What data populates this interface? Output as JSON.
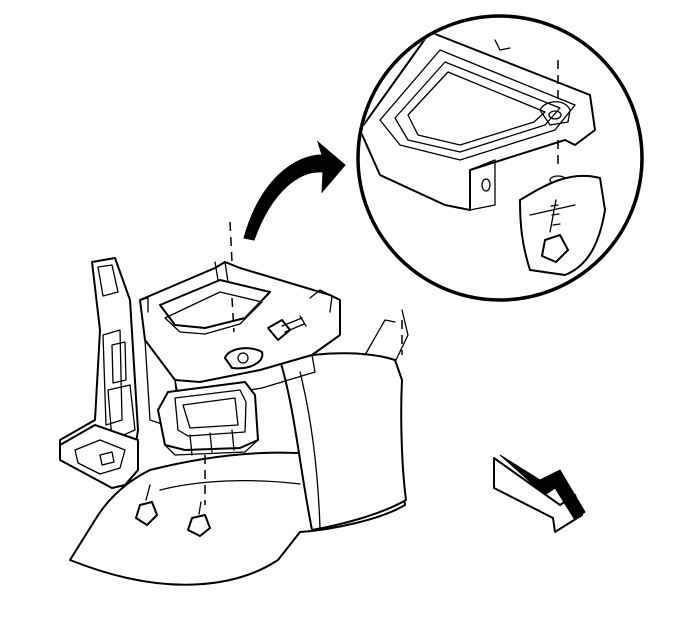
{
  "diagram": {
    "components": [
      {
        "name": "console-base-bracket",
        "icon": "bracket-icon"
      },
      {
        "name": "detail-magnifier-circle",
        "icon": "magnifier-icon"
      },
      {
        "name": "callout-arrow",
        "icon": "curved-arrow-icon"
      },
      {
        "name": "front-direction-arrow",
        "icon": "direction-arrow-icon"
      },
      {
        "name": "bolt",
        "icon": "bolt-icon"
      }
    ],
    "colors": {
      "line": "#000000",
      "background": "#ffffff"
    }
  }
}
